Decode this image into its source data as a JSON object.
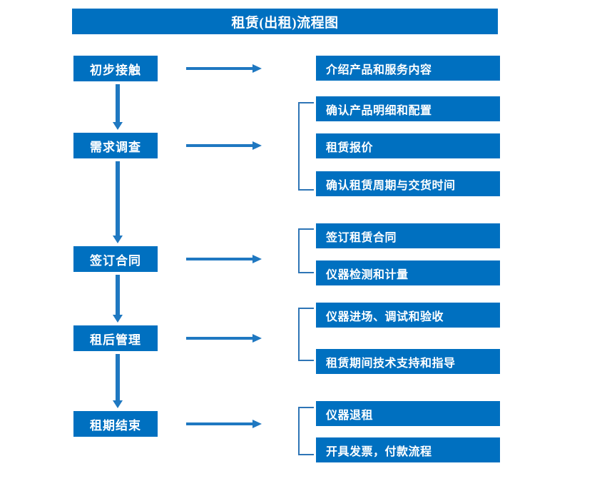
{
  "diagram": {
    "title": "租赁(出租)流程图",
    "accent_color": "#0070c0",
    "arrow_color": "#1f78c1",
    "bracket_color": "#2e75b6",
    "text_color": "#ffffff",
    "background_color": "#ffffff"
  },
  "stages": [
    {
      "label": "初步接触"
    },
    {
      "label": "需求调查"
    },
    {
      "label": "签订合同"
    },
    {
      "label": "租后管理"
    },
    {
      "label": "租期结束"
    }
  ],
  "details": {
    "stage1": [
      {
        "label": "介绍产品和服务内容"
      }
    ],
    "stage2": [
      {
        "label": "确认产品明细和配置"
      },
      {
        "label": "租赁报价"
      },
      {
        "label": "确认租赁周期与交货时间"
      }
    ],
    "stage3": [
      {
        "label": "签订租赁合同"
      },
      {
        "label": "仪器检测和计量"
      }
    ],
    "stage4": [
      {
        "label": "仪器进场、调试和验收"
      },
      {
        "label": "租赁期间技术支持和指导"
      }
    ],
    "stage5": [
      {
        "label": "仪器退租"
      },
      {
        "label": "开具发票，付款流程"
      }
    ]
  }
}
